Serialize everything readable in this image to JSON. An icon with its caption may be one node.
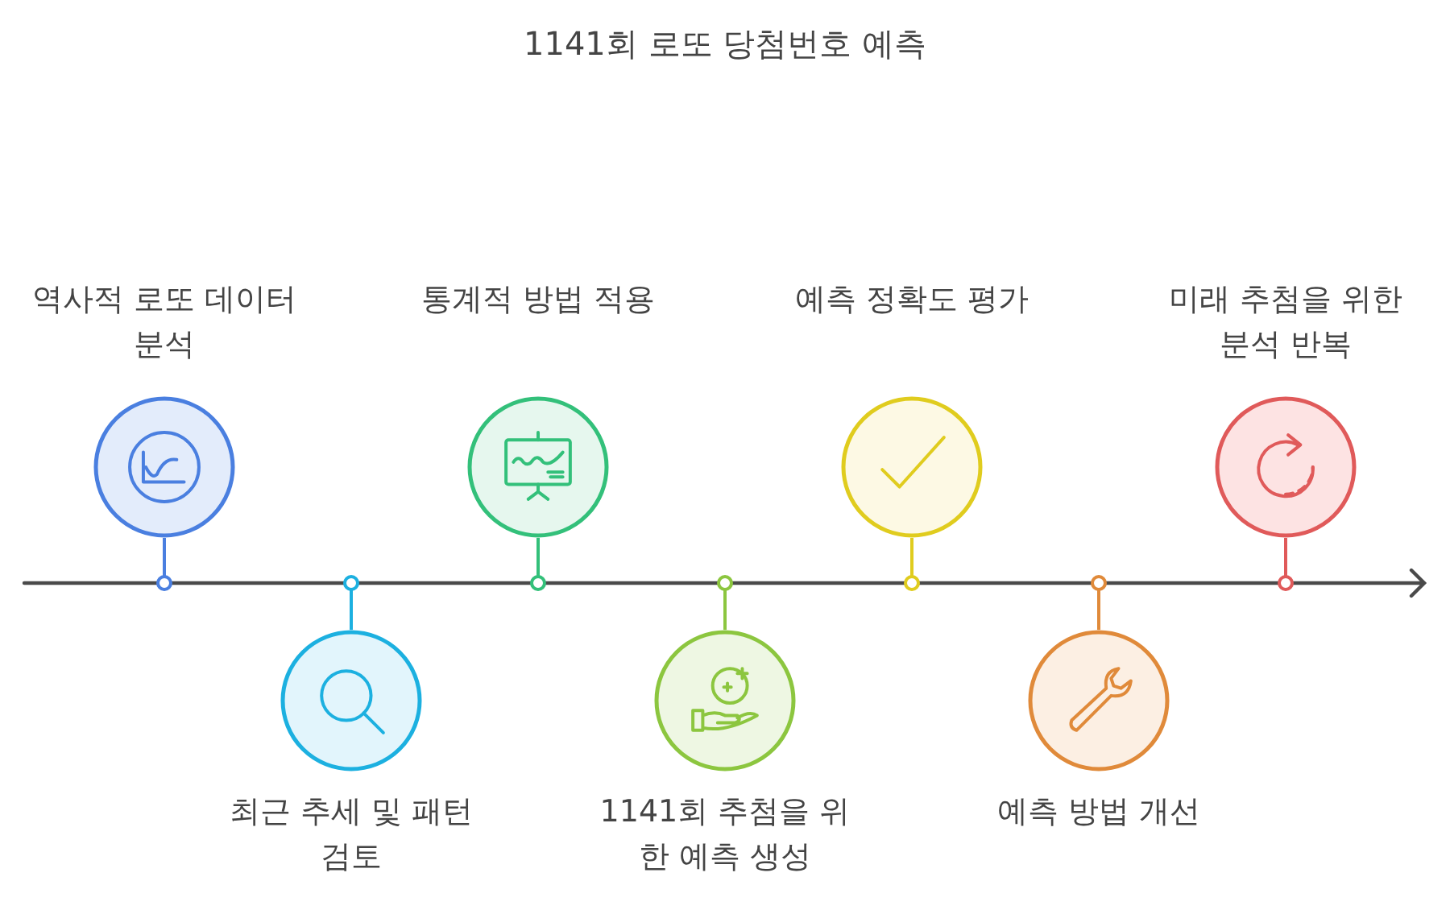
{
  "diagram": {
    "title": "1141회 로또 당첨번호 예측",
    "nodes": [
      {
        "text": [
          "역사적 로또 데이터 분석"
        ]
      },
      {
        "text": [
          "최근 추세 및 패턴 검토"
        ]
      },
      {
        "text": [
          "통계적 방법 적용"
        ]
      },
      {
        "text": [
          "1141회 추첨을 위한 예측 생성"
        ]
      },
      {
        "text": [
          "예측 정확도 평가"
        ]
      },
      {
        "text": [
          "예측 방법 개선"
        ]
      },
      {
        "text": [
          "미래 추첨을 위한 분석 반복"
        ]
      }
    ],
    "edges": []
  }
}
